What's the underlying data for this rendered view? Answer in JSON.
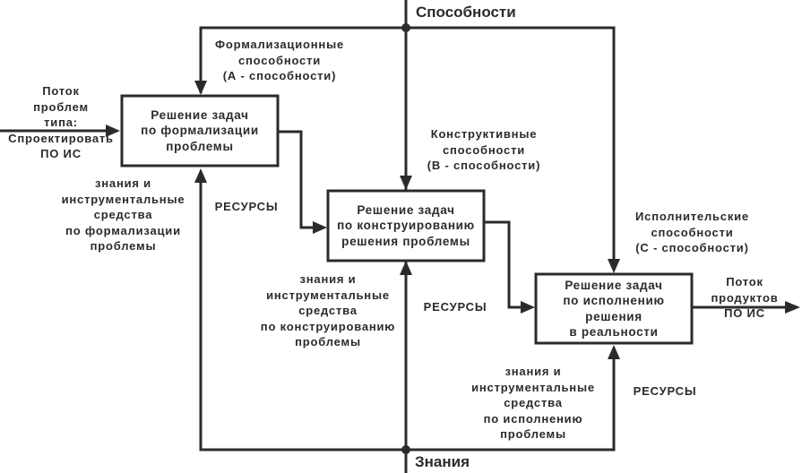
{
  "axes": {
    "top": "Способности",
    "bottom": "Знания"
  },
  "boxes": [
    {
      "id": "formalization",
      "label": "Решение задач\nпо формализации\nпроблемы"
    },
    {
      "id": "construction",
      "label": "Решение задач\nпо конструированию\nрешения проблемы"
    },
    {
      "id": "execution",
      "label": "Решение задач\nпо исполнению\nрешения\nв реальности"
    }
  ],
  "inputs": {
    "problem_flow": "Поток\nпроблем\nтипа:\nСпроектировать\nПО ИС"
  },
  "outputs": {
    "product_flow": "Поток\nпродуктов\nПО ИС"
  },
  "controls": {
    "a": "Формализационные\nспособности\n(А - способности)",
    "b": "Конструктивные\nспособности\n(В - способности)",
    "c": "Исполнительские\nспособности\n(С - способности)"
  },
  "mechanisms": {
    "formalization_knowledge": "знания и\nинструментальные\nсредства\nпо формализации\nпроблемы",
    "construction_knowledge": "знания и\nинструментальные\nсредства\nпо конструированию\nпроблемы",
    "execution_knowledge": "знания и\nинструментальные\nсредства\nпо исполнению\nпроблемы",
    "resources_1": "РЕСУРСЫ",
    "resources_2": "РЕСУРСЫ",
    "resources_3": "РЕСУРСЫ"
  }
}
